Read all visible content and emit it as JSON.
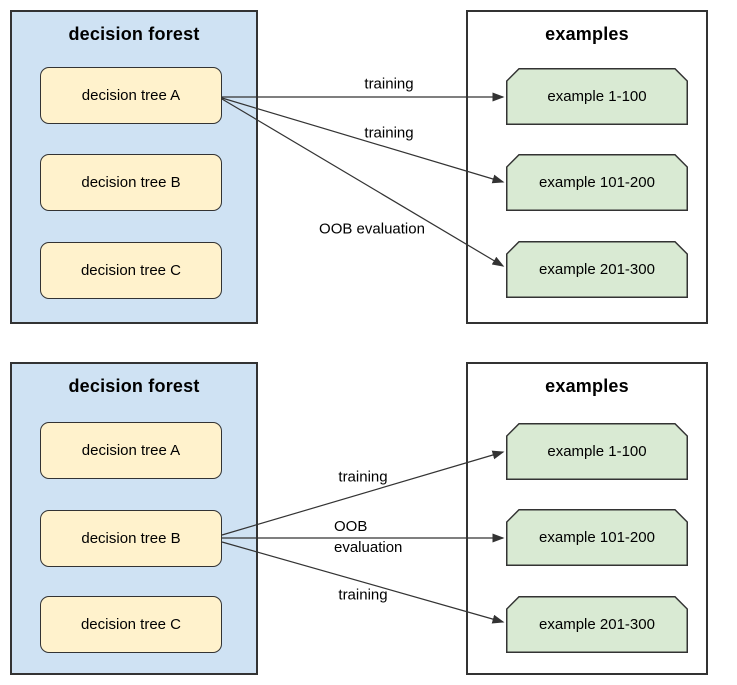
{
  "colors": {
    "background": "#ffffff",
    "forest_fill": "#cfe2f3",
    "tree_fill": "#fff2cc",
    "example_fill": "#d9ead3",
    "border": "#333333",
    "arrow": "#333333",
    "text": "#000000"
  },
  "diagrams": [
    {
      "forest": {
        "title": "decision forest",
        "trees": [
          "decision tree A",
          "decision tree B",
          "decision tree C"
        ]
      },
      "examples": {
        "title": "examples",
        "items": [
          "example 1-100",
          "example 101-200",
          "example 201-300"
        ]
      },
      "arrows": [
        {
          "from": "decision tree A",
          "to": "example 1-100",
          "label": "training"
        },
        {
          "from": "decision tree A",
          "to": "example 101-200",
          "label": "training"
        },
        {
          "from": "decision tree A",
          "to": "example 201-300",
          "label": "OOB evaluation"
        }
      ]
    },
    {
      "forest": {
        "title": "decision forest",
        "trees": [
          "decision tree A",
          "decision tree B",
          "decision tree C"
        ]
      },
      "examples": {
        "title": "examples",
        "items": [
          "example 1-100",
          "example 101-200",
          "example 201-300"
        ]
      },
      "arrows": [
        {
          "from": "decision tree B",
          "to": "example 1-100",
          "label": "training"
        },
        {
          "from": "decision tree B",
          "to": "example 101-200",
          "label": "OOB evaluation"
        },
        {
          "from": "decision tree B",
          "to": "example 201-300",
          "label": "training"
        }
      ]
    }
  ]
}
